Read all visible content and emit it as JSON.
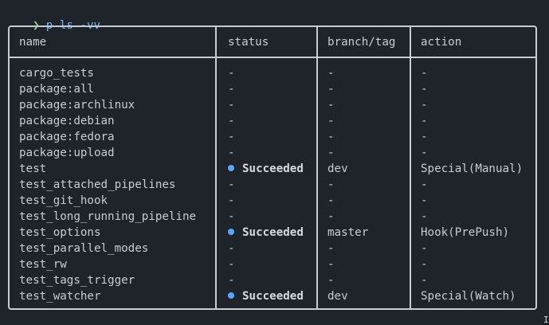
{
  "terminal": {
    "prompt_symbol": "❯",
    "command": "p ls -vv"
  },
  "table": {
    "headers": {
      "name": "name",
      "status": "status",
      "branch": "branch/tag",
      "action": "action"
    },
    "rows": [
      {
        "name": "cargo_tests",
        "status": "-",
        "branch": "-",
        "action": "-"
      },
      {
        "name": "package:all",
        "status": "-",
        "branch": "-",
        "action": "-"
      },
      {
        "name": "package:archlinux",
        "status": "-",
        "branch": "-",
        "action": "-"
      },
      {
        "name": "package:debian",
        "status": "-",
        "branch": "-",
        "action": "-"
      },
      {
        "name": "package:fedora",
        "status": "-",
        "branch": "-",
        "action": "-"
      },
      {
        "name": "package:upload",
        "status": "-",
        "branch": "-",
        "action": "-"
      },
      {
        "name": "test",
        "status": "Succeeded",
        "branch": "dev",
        "action": "Special(Manual)"
      },
      {
        "name": "test_attached_pipelines",
        "status": "-",
        "branch": "-",
        "action": "-"
      },
      {
        "name": "test_git_hook",
        "status": "-",
        "branch": "-",
        "action": "-"
      },
      {
        "name": "test_long_running_pipeline",
        "status": "-",
        "branch": "-",
        "action": "-"
      },
      {
        "name": "test_options",
        "status": "Succeeded",
        "branch": "master",
        "action": "Hook(PrePush)"
      },
      {
        "name": "test_parallel_modes",
        "status": "-",
        "branch": "-",
        "action": "-"
      },
      {
        "name": "test_rw",
        "status": "-",
        "branch": "-",
        "action": "-"
      },
      {
        "name": "test_tags_trigger",
        "status": "-",
        "branch": "-",
        "action": "-"
      },
      {
        "name": "test_watcher",
        "status": "Succeeded",
        "branch": "dev",
        "action": "Special(Watch)"
      }
    ]
  },
  "colors": {
    "background": "#1f232a",
    "text": "#c9cdd3",
    "prompt": "#8fd17f",
    "command": "#74b7f3",
    "border": "#c7ccd3",
    "success_dot": "#58a6ff"
  },
  "icons": {
    "success_status": "blue-dot-icon",
    "mouse_cursor": "i-beam-cursor-icon"
  },
  "cursor_glyph": "I"
}
